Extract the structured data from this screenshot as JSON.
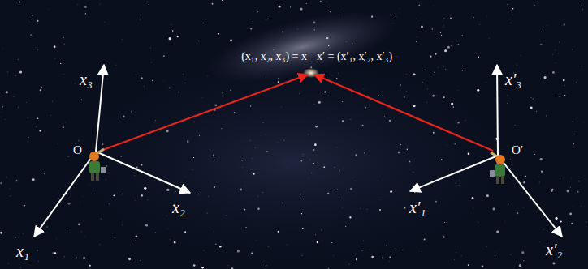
{
  "diagram": {
    "labels": [
      "(x₁, x₂, x₃) = x",
      "x′ = (x′₁, x′₂, x′₃)",
      "x₃",
      "x₂",
      "x₁",
      "O",
      "O′",
      "x′₃",
      "x′₁",
      "x′₂"
    ]
  }
}
